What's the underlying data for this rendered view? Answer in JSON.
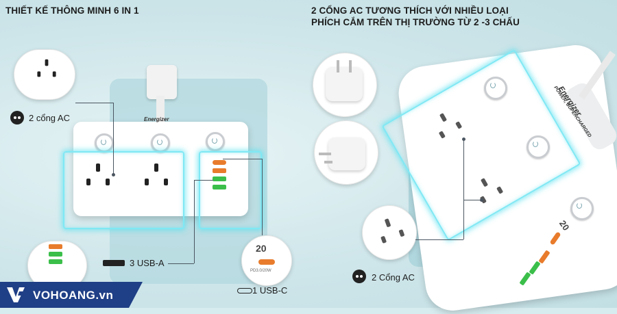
{
  "left": {
    "title": "THIẾT KẾ THÔNG MINH 6 IN 1",
    "ac_label": "2 cổng AC",
    "usba_label": "3 USB-A",
    "usbc_label": "1 USB-C",
    "usbc_panel_num": "20",
    "usbc_panel_caption": "PD3.0/20W"
  },
  "right": {
    "title_line1": "2 CỔNG AC TƯƠNG THÍCH VỚI NHIỀU LOẠI",
    "title_line2": "PHÍCH CẮM TRÊN THỊ TRƯỜNG TỪ 2 -3 CHẤU",
    "ac_label": "2 Cổng AC"
  },
  "product": {
    "brand": "Energizer",
    "tagline": "POWER, SUPERCHARGED",
    "badge": "20"
  },
  "logo": {
    "text": "VOHOANG.vn",
    "mark": "V"
  },
  "colors": {
    "accent_glow": "#7fe8f4",
    "brand_blue": "#1f3f86",
    "usb_orange": "#e87c2c",
    "usb_green": "#3bbf4a"
  }
}
